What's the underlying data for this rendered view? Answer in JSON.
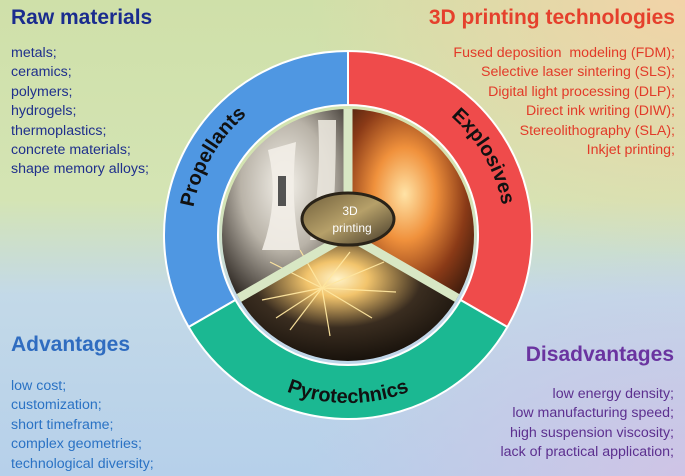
{
  "raw_materials": {
    "title": "Raw materials",
    "items": [
      "metals;",
      "ceramics;",
      "polymers;",
      "hydrogels;",
      "thermoplastics;",
      "concrete materials;",
      "shape memory alloys;"
    ]
  },
  "technologies": {
    "title": "3D printing technologies",
    "items": [
      "Fused deposition  modeling (FDM);",
      "Selective laser sintering (SLS);",
      "Digital light processing (DLP);",
      "Direct ink writing (DIW);",
      "Stereolithography (SLA);",
      "Inkjet printing;"
    ]
  },
  "advantages": {
    "title": "Advantages",
    "items": [
      "low cost;",
      "customization;",
      "short timeframe;",
      "complex geometries;",
      "technological diversity;"
    ]
  },
  "disadvantages": {
    "title": "Disadvantages",
    "items": [
      "low energy density;",
      "low manufacturing speed;",
      "high suspension viscosity;",
      "lack of practical application;"
    ]
  },
  "wheel": {
    "segments": [
      "Propellants",
      "Explosives",
      "Pyrotechnics"
    ],
    "center": [
      "3D",
      "printing"
    ],
    "colors": {
      "propellants": "#4f97e2",
      "explosives": "#ef4b4b",
      "pyrotechnics": "#1bb892",
      "divider": "#d8e7c4"
    }
  }
}
